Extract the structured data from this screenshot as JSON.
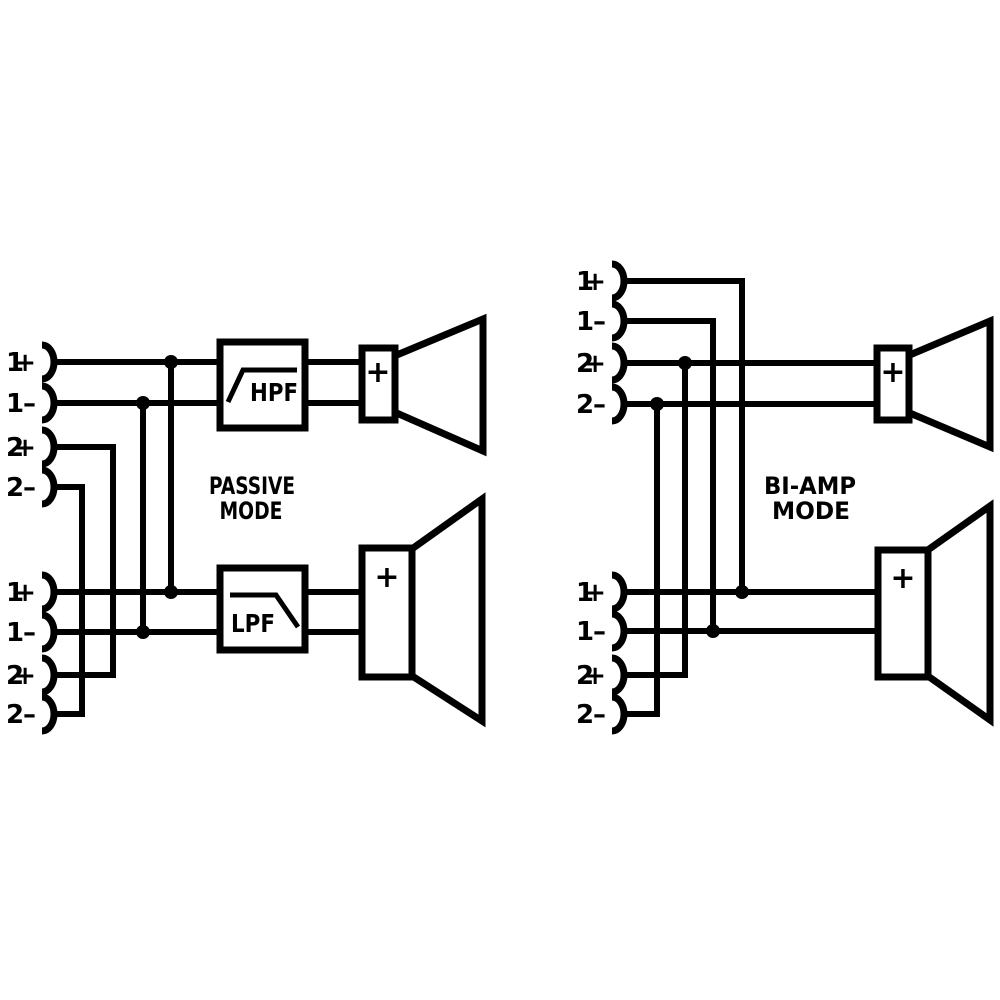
{
  "palette": {
    "ink": "#000000",
    "background": "#ffffff"
  },
  "left_diagram": {
    "title_line1": "PASSIVE",
    "title_line2": "MODE",
    "top_connector": {
      "pins": [
        "1+",
        "1–",
        "2+",
        "2–"
      ]
    },
    "bottom_connector": {
      "pins": [
        "1+",
        "1–",
        "2+",
        "2–"
      ]
    },
    "high_pass_filter_label": "HPF",
    "low_pass_filter_label": "LPF",
    "hf_driver_polarity": "+",
    "lf_driver_polarity": "+"
  },
  "right_diagram": {
    "title_line1": "BI-AMP",
    "title_line2": "MODE",
    "top_connector": {
      "pins": [
        "1+",
        "1–",
        "2+",
        "2–"
      ]
    },
    "bottom_connector": {
      "pins": [
        "1+",
        "1–",
        "2+",
        "2–"
      ]
    },
    "hf_driver_polarity": "+",
    "lf_driver_polarity": "+"
  }
}
